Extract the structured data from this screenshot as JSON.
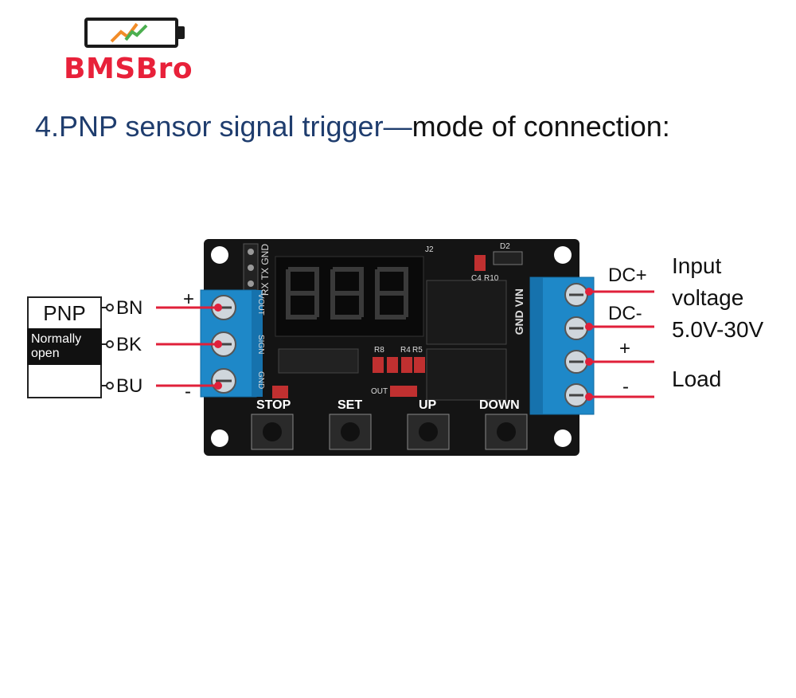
{
  "logo": {
    "text": "BMSBro"
  },
  "heading": {
    "part1": "4.PNP sensor signal trigger",
    "dash": "—",
    "part2": "mode of connection:"
  },
  "sensor": {
    "title": "PNP",
    "state": "Normally open",
    "pins": [
      "BN",
      "BK",
      "BU"
    ],
    "plus": "+",
    "minus": "-"
  },
  "board": {
    "header_pins": "RX TX GND",
    "left_terminal": [
      "VOUT",
      "SIGN",
      "GND"
    ],
    "right_terminal": "GND VIN",
    "buttons": [
      "STOP",
      "SET",
      "UP",
      "DOWN"
    ],
    "silkscreen": [
      "J2",
      "D2",
      "C4",
      "R10",
      "R8",
      "R4",
      "R5",
      "OUT"
    ]
  },
  "right_side": {
    "dc_plus": "DC+",
    "dc_minus": "DC-",
    "load_plus": "+",
    "load_minus": "-",
    "input_lines": [
      "Input",
      "voltage",
      "5.0V-30V"
    ],
    "load": "Load"
  },
  "colors": {
    "brand": "#e8213a",
    "heading_blue": "#1f3d6e",
    "wire": "#e0203a",
    "terminal": "#1e88c8",
    "pcb": "#141414"
  }
}
